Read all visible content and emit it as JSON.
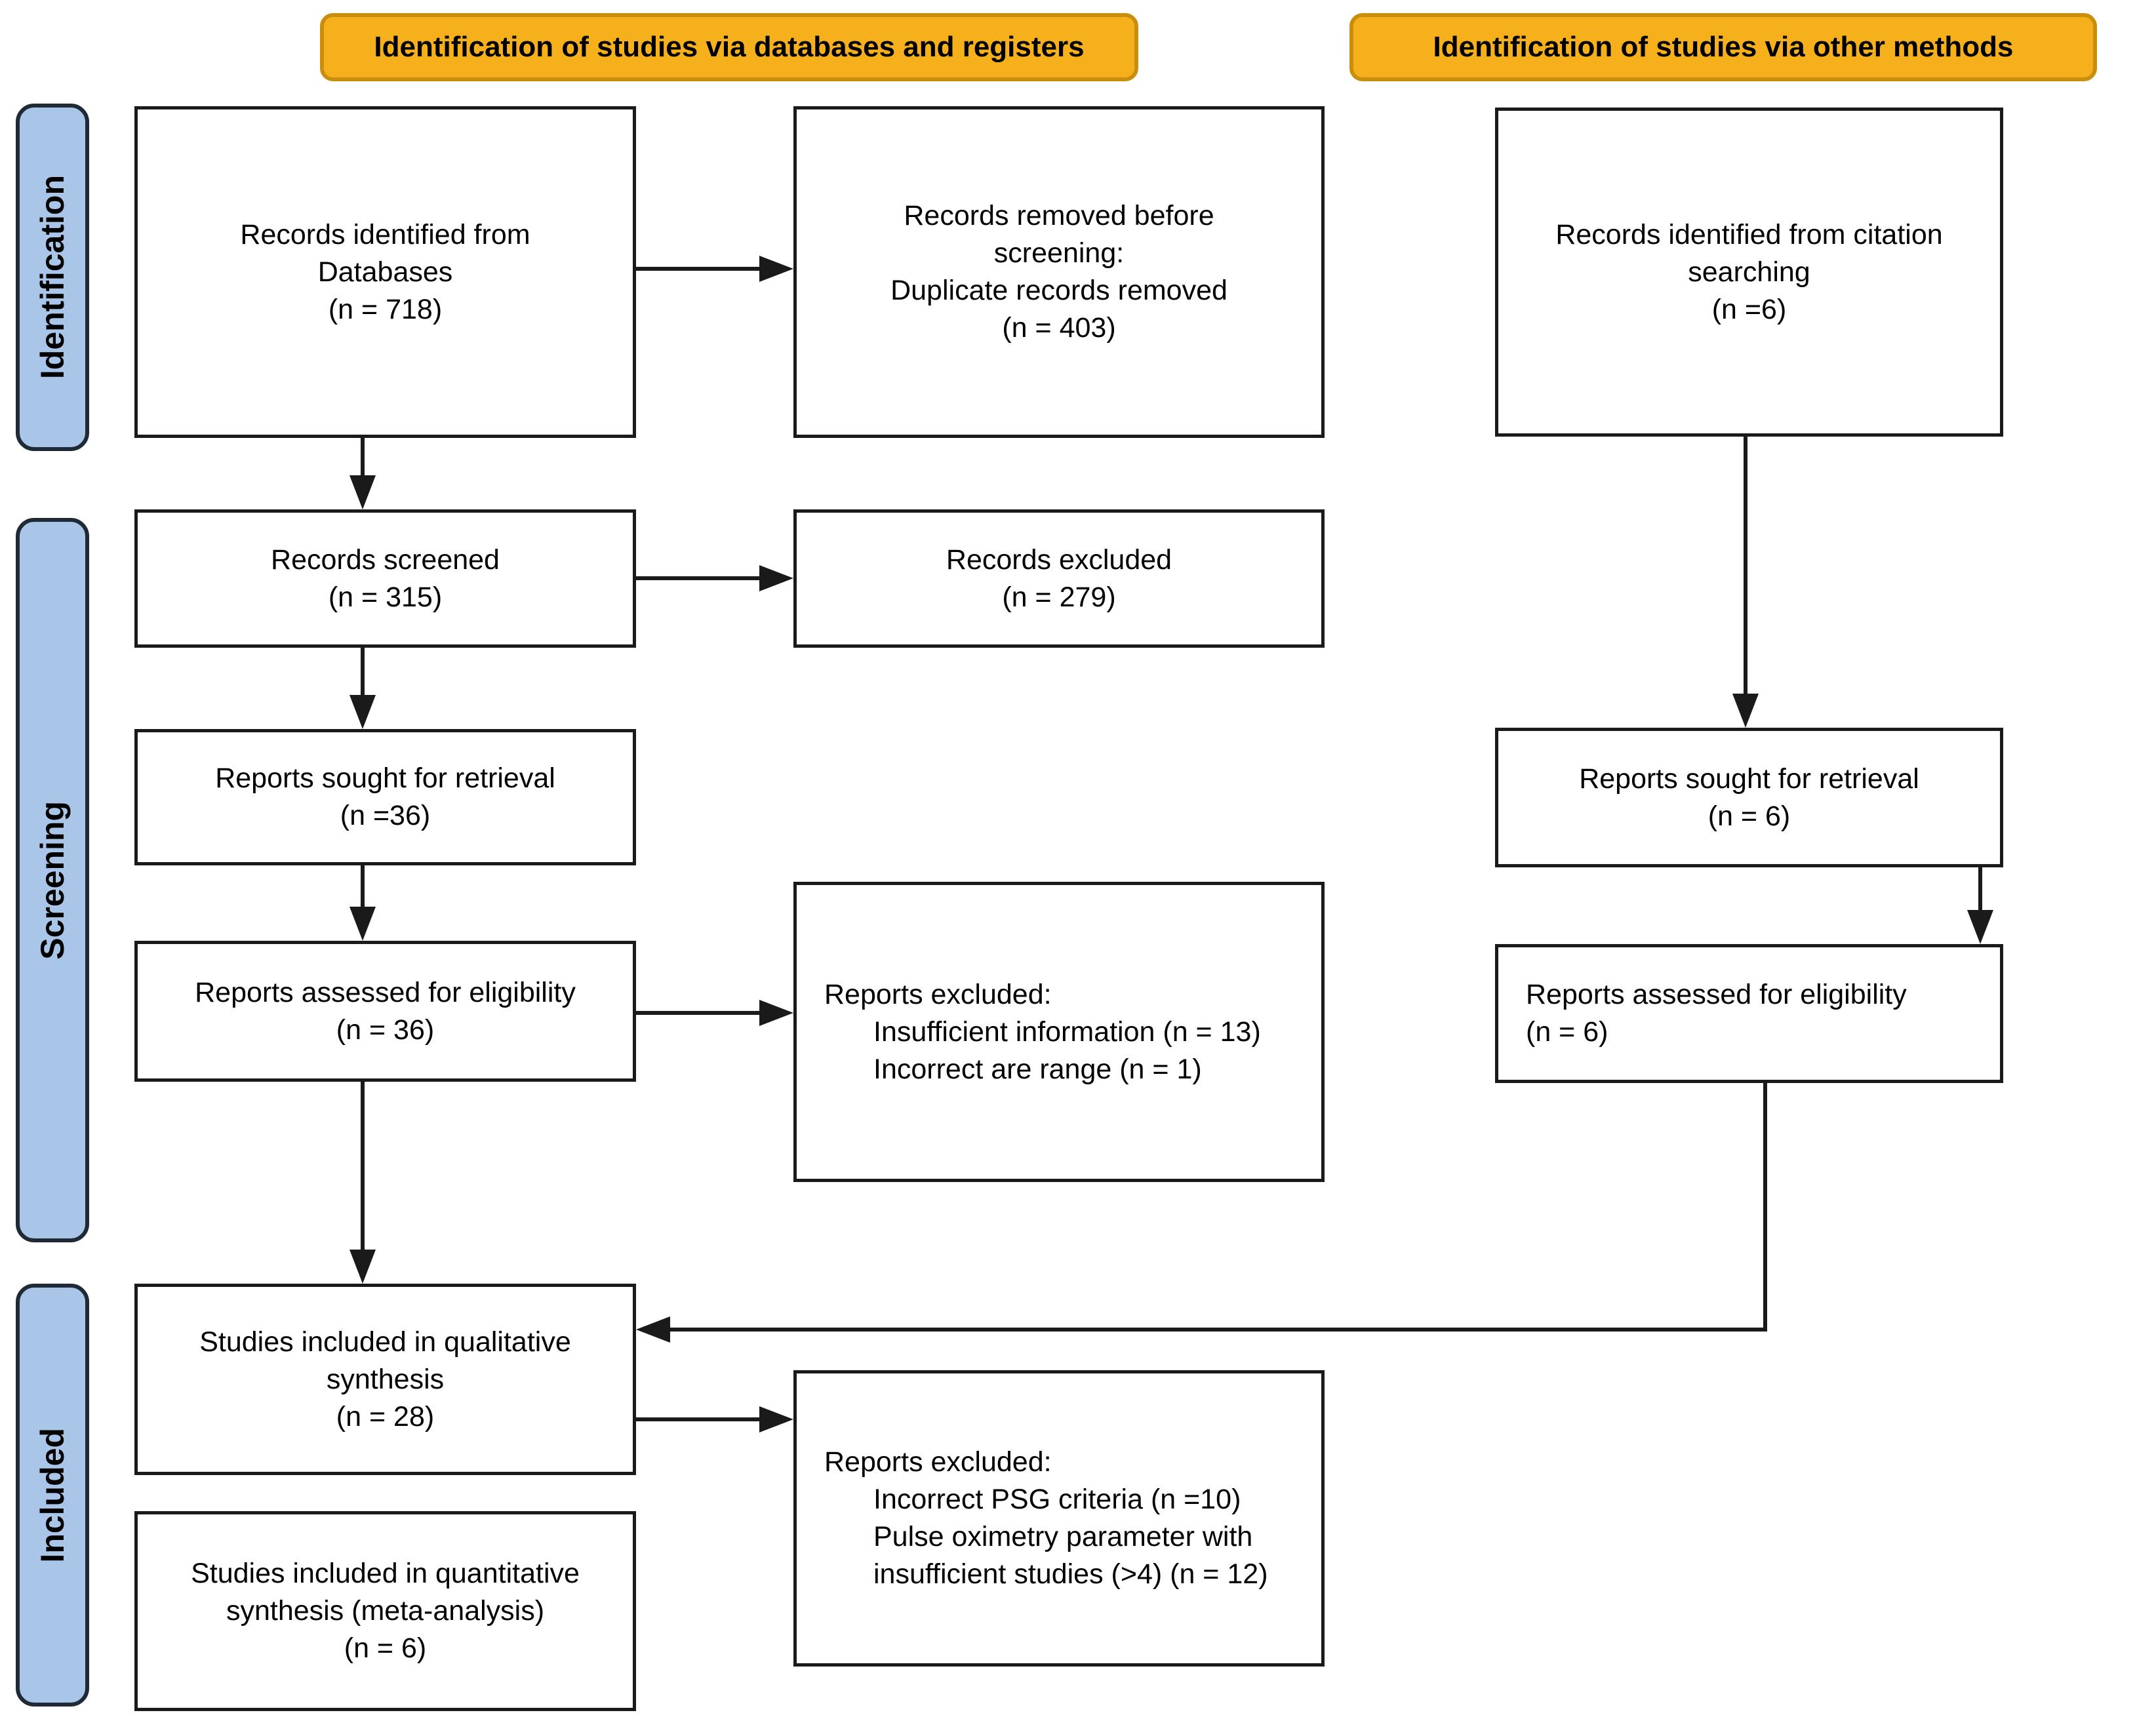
{
  "colors": {
    "header_fill": "#F5B01C",
    "header_border": "#C98F0C",
    "stage_fill": "#A9C6E8",
    "stage_border": "#1f2a36",
    "box_border": "#1a1a1a",
    "arrow": "#1a1a1a",
    "background": "#ffffff",
    "text": "#000000"
  },
  "headers": {
    "databases": "Identification of studies via databases and registers",
    "other_methods": "Identification of studies via other methods"
  },
  "stages": {
    "identification": "Identification",
    "screening": "Screening",
    "included": "Included"
  },
  "boxes": {
    "records_identified": {
      "lines": [
        "Records identified from",
        "Databases",
        "(n = 718)"
      ]
    },
    "records_removed": {
      "lines": [
        "Records removed before",
        "screening:",
        "Duplicate records removed",
        "(n = 403)"
      ]
    },
    "citation_identified": {
      "lines": [
        "Records identified from citation",
        "searching",
        "(n =6)"
      ]
    },
    "records_screened": {
      "lines": [
        "Records screened",
        "(n = 315)"
      ]
    },
    "records_excluded": {
      "lines": [
        "Records excluded",
        "(n = 279)"
      ]
    },
    "reports_sought_db": {
      "lines": [
        "Reports sought for retrieval",
        "(n =36)"
      ]
    },
    "reports_sought_citation": {
      "lines": [
        "Reports sought for retrieval",
        "(n = 6)"
      ]
    },
    "reports_assessed_db": {
      "lines": [
        "Reports assessed for eligibility",
        "(n = 36)"
      ]
    },
    "reports_excluded_eligibility": {
      "heading": "Reports excluded:",
      "items": [
        "Insufficient information (n = 13)",
        "Incorrect are range (n = 1)"
      ]
    },
    "reports_assessed_citation": {
      "lines": [
        "Reports assessed for eligibility",
        "(n = 6)"
      ]
    },
    "qualitative_included": {
      "lines": [
        "Studies included in qualitative",
        "synthesis",
        "(n = 28)"
      ]
    },
    "reports_excluded_synthesis": {
      "heading": "Reports excluded:",
      "items": [
        "Incorrect PSG criteria (n =10)",
        "Pulse oximetry parameter with",
        "insufficient studies (>4) (n = 12)"
      ]
    },
    "quantitative_included": {
      "lines": [
        "Studies included in quantitative",
        "synthesis (meta-analysis)",
        "(n = 6)"
      ]
    }
  }
}
